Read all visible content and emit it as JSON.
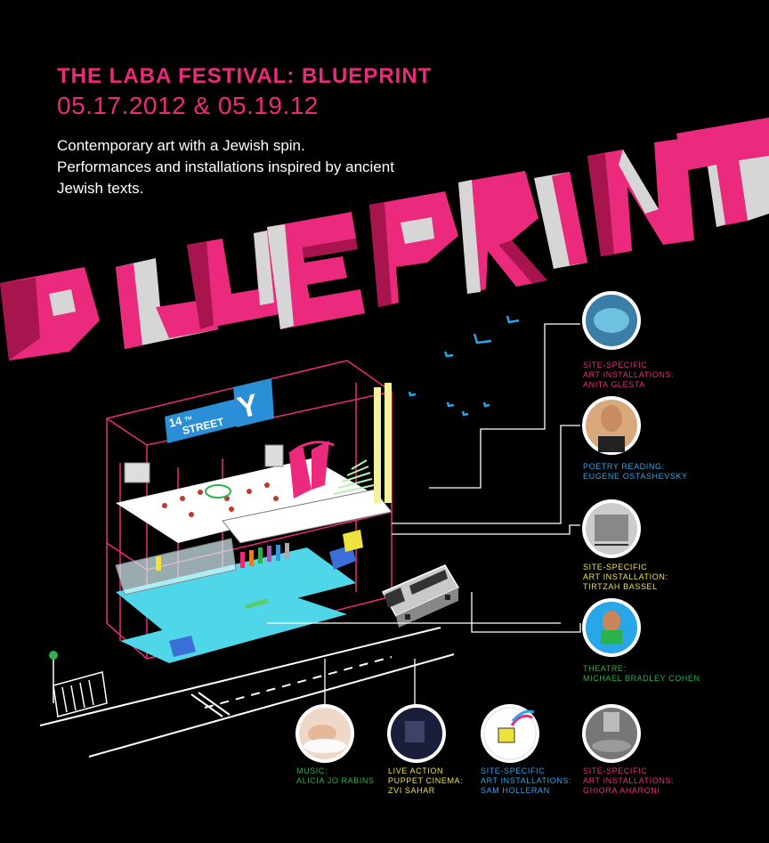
{
  "header": {
    "title": "THE LABA FESTIVAL: BLUEPRINT",
    "dates": "05.17.2012 & 05.19.12",
    "description": "Contemporary art with a Jewish spin. Performances and installations inspired by ancient Jewish texts."
  },
  "building_sign": {
    "number": "14",
    "suffix": "TH",
    "word": "STREET",
    "letter": "Y"
  },
  "events": [
    {
      "lines": [
        "SITE-SPECIFIC",
        "ART INSTALLATIONS:",
        "ANITA GLESTA"
      ],
      "color": "#ec2a7d"
    },
    {
      "lines": [
        "POETRY READING:",
        "EUGENE OSTASHEVSKY"
      ],
      "color": "#29a6e8"
    },
    {
      "lines": [
        "SITE-SPECIFIC",
        "ART INSTALLATION:",
        "TIRTZAH BASSEL"
      ],
      "color": "#eee23c"
    },
    {
      "lines": [
        "THEATRE:",
        "MICHAEL BRADLEY COHEN"
      ],
      "color": "#2bb24c"
    },
    {
      "lines": [
        "MUSIC:",
        "ALICIA JO RABINS"
      ],
      "color": "#2bb24c"
    },
    {
      "lines": [
        "LIVE ACTION",
        "PUPPET CINEMA:",
        "ZVI SAHAR"
      ],
      "color": "#eee23c"
    },
    {
      "lines": [
        "SITE-SPECIFIC",
        "ART INSTALLATIONS:",
        "SAM HOLLERAN"
      ],
      "color": "#29a6e8"
    },
    {
      "lines": [
        "SITE-SPECIFIC",
        "ART INSTALLATIONS:",
        "GHIORA AHARONI"
      ],
      "color": "#ec2a7d"
    }
  ],
  "colors": {
    "accent": "#ec2a7d",
    "accent_dark": "#a8154e",
    "letter_grey": "#d6d6d6",
    "blue": "#29a6e8",
    "yellow": "#eee23c",
    "green": "#2bb24c",
    "cyan": "#4fd6e8"
  }
}
